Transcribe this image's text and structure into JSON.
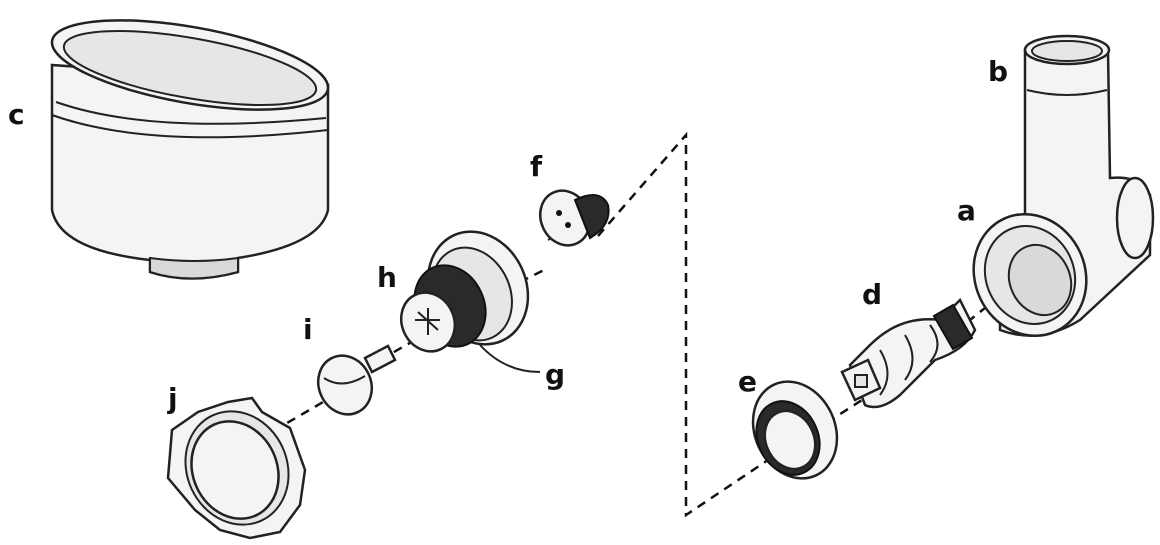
{
  "labels": {
    "a": "a",
    "b": "b",
    "c": "c",
    "d": "d",
    "e": "e",
    "f": "f",
    "g": "g",
    "h": "h",
    "i": "i",
    "j": "j"
  }
}
